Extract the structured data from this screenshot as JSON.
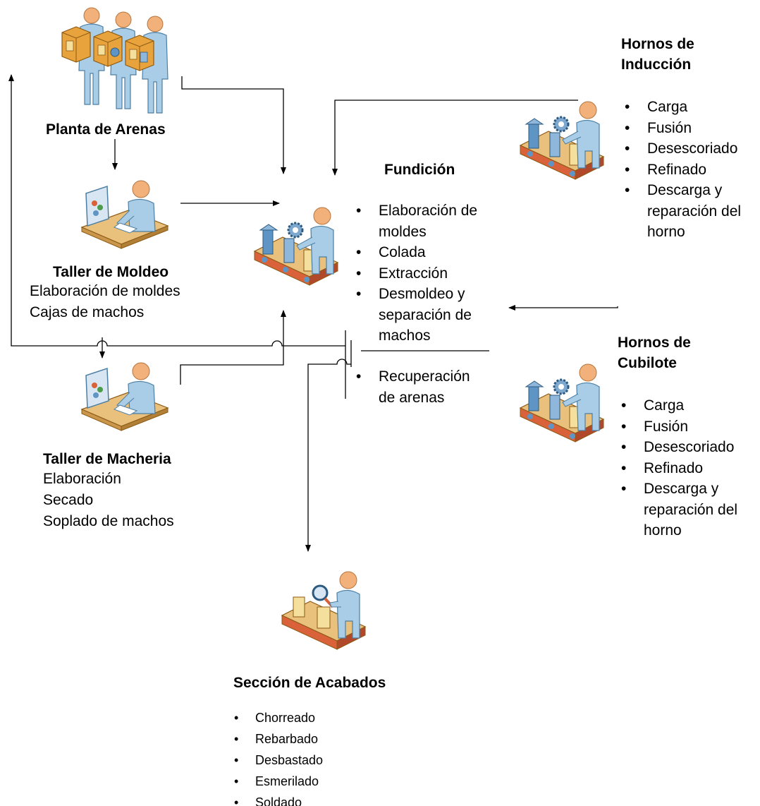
{
  "planta": {
    "title": "Planta de Arenas"
  },
  "moldeo": {
    "title": "Taller de Moldeo",
    "lines": [
      "Elaboración de moldes",
      "Cajas de machos"
    ]
  },
  "macheria": {
    "title": "Taller de Macheria",
    "lines": [
      "Elaboración",
      "Secado",
      "Soplado de machos"
    ]
  },
  "fundicion": {
    "title": "Fundición",
    "items": [
      "Elaboración de moldes",
      "Colada",
      "Extracción",
      "Desmoldeo y separación de machos"
    ],
    "extra": "Recuperación de arenas"
  },
  "induccion": {
    "title_l1": "Hornos de",
    "title_l2": "Inducción",
    "items": [
      "Carga",
      "Fusión",
      "Desescoriado",
      "Refinado",
      "Descarga y reparación del horno"
    ]
  },
  "cubilote": {
    "title_l1": "Hornos de",
    "title_l2": "Cubilote",
    "items": [
      "Carga",
      "Fusión",
      "Desescoriado",
      "Refinado",
      "Descarga y reparación del horno"
    ]
  },
  "acabados": {
    "title": "Sección de Acabados",
    "items": [
      "Chorreado",
      "Rebarbado",
      "Desbastado",
      "Esmerilado",
      "Soldado"
    ]
  },
  "icons": {
    "planta": "workers-carrying-boxes-icon",
    "moldeo": "worker-at-computer-icon",
    "macheria": "worker-at-computer-icon",
    "fundicion": "assembly-line-worker-icon",
    "induccion": "assembly-line-worker-icon",
    "cubilote": "assembly-line-worker-icon",
    "acabados": "quality-inspector-conveyor-icon"
  },
  "colors": {
    "skin": "#f2b07a",
    "clothes": "#a9cde6",
    "box": "#e8a33c",
    "belt": "#d9623a",
    "desk": "#e9c07c"
  }
}
